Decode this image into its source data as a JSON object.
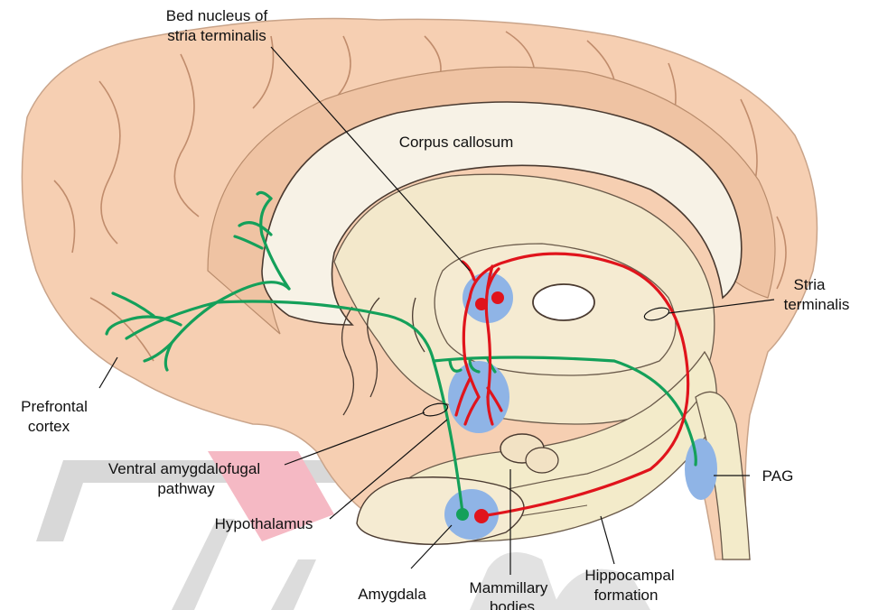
{
  "labels": {
    "bed_nucleus_line1": "Bed nucleus of",
    "bed_nucleus_line2": "stria terminalis",
    "corpus_callosum": "Corpus callosum",
    "stria_terminalis_line1": "Stria",
    "stria_terminalis_line2": "terminalis",
    "prefrontal_line1": "Prefrontal",
    "prefrontal_line2": "cortex",
    "ventral_line1": "Ventral amygdalofugal",
    "ventral_line2": "pathway",
    "hypothalamus": "Hypothalamus",
    "pag": "PAG",
    "amygdala": "Amygdala",
    "mammillary_line1": "Mammillary",
    "mammillary_line2": "bodies",
    "hippocampal_line1": "Hippocampal",
    "hippocampal_line2": "formation"
  },
  "colors": {
    "cortex": "#f6cfb2",
    "cortex_dark": "#ecb28f",
    "corpus_callosum": "#f7f2e6",
    "diencephalon": "#f2e6c6",
    "nucleus": "#8fb4e6",
    "green_pathway": "#14a05a",
    "red_pathway": "#e0141c",
    "outline": "#4a3a30",
    "watermark": "#cfcfcf",
    "pink_mark": "#f08a9c"
  }
}
